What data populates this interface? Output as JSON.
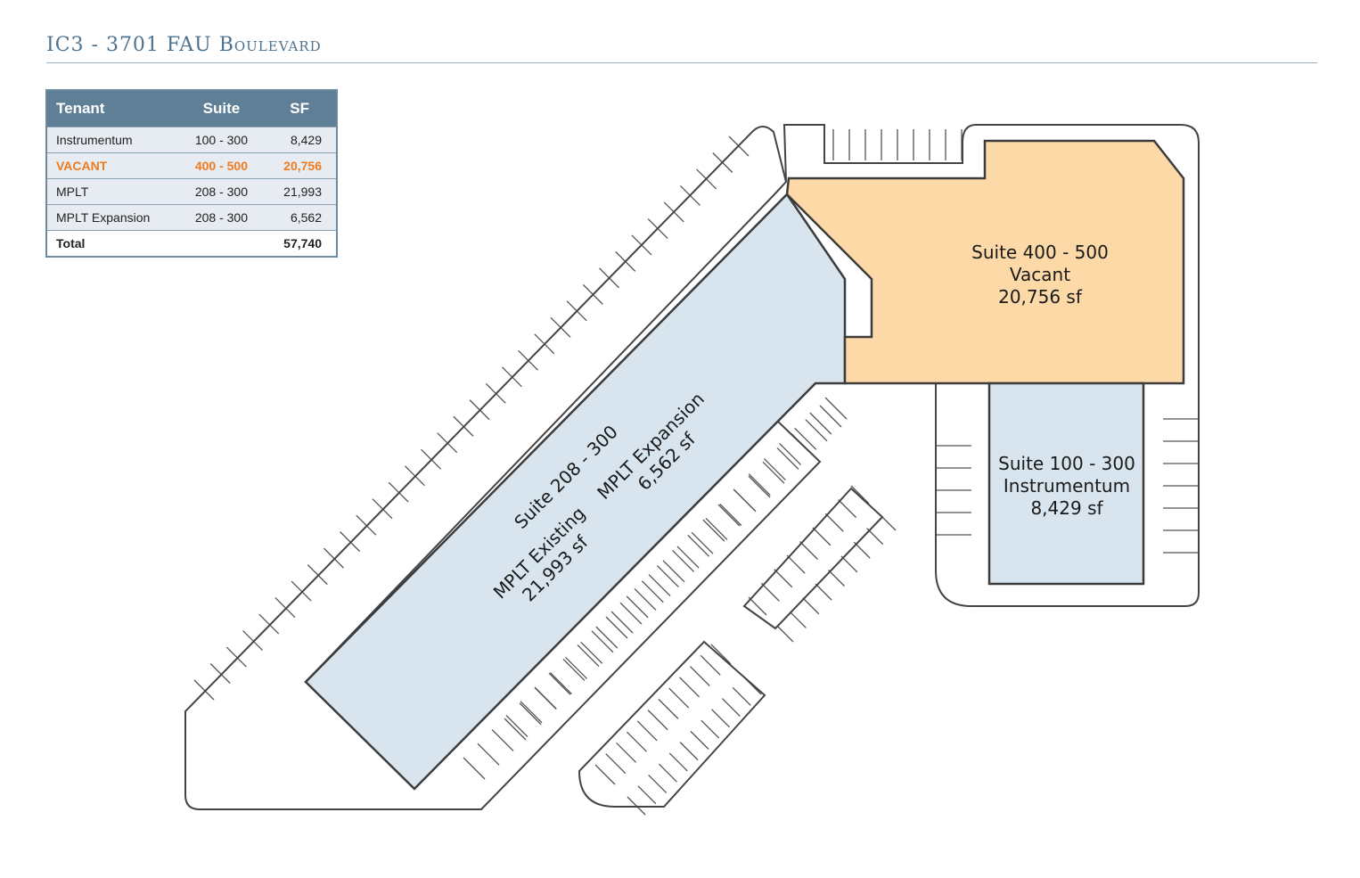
{
  "header": {
    "title": "IC3 - 3701 FAU Boulevard"
  },
  "table": {
    "columns": [
      "Tenant",
      "Suite",
      "SF"
    ],
    "rows": [
      {
        "tenant": "Instrumentum",
        "suite": "100 - 300",
        "sf": "8,429",
        "vacant": false
      },
      {
        "tenant": "VACANT",
        "suite": "400 - 500",
        "sf": "20,756",
        "vacant": true
      },
      {
        "tenant": "MPLT",
        "suite": "208 - 300",
        "sf": "21,993",
        "vacant": false
      },
      {
        "tenant": "MPLT Expansion",
        "suite": "208 - 300",
        "sf": "6,562",
        "vacant": false
      }
    ],
    "total": {
      "label": "Total",
      "sf": "57,740"
    }
  },
  "plan": {
    "suite_400": {
      "line1": "Suite 400 - 500",
      "line2": "Vacant",
      "line3": "20,756 sf"
    },
    "suite_100": {
      "line1": "Suite 100 - 300",
      "line2": "Instrumentum",
      "line3": "8,429 sf"
    },
    "suite_208": {
      "name": "Suite 208 - 300",
      "existing": "MPLT Existing",
      "existing_sf": "21,993 sf",
      "expansion": "MPLT Expansion",
      "expansion_sf": "6,562 sf"
    },
    "colors": {
      "vacant": "#fcd9a6",
      "leased": "#d8e5ee",
      "outline": "#444444",
      "accent": "#f07a1f",
      "header": "#5f7f97"
    }
  }
}
